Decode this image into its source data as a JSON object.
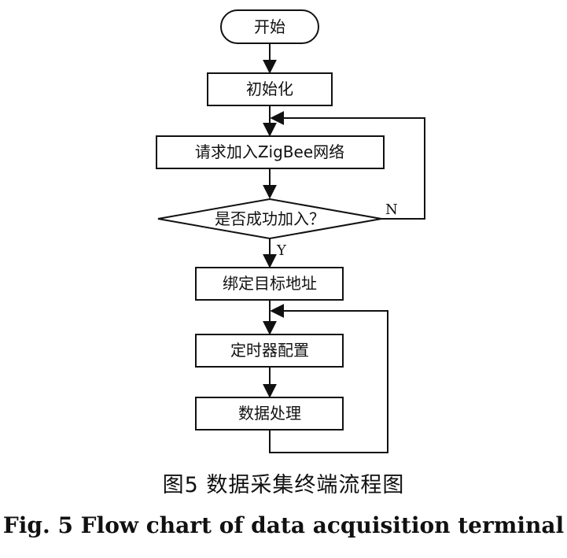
{
  "nodes": {
    "start": "开始",
    "init": "初始化",
    "join_request": "请求加入ZigBee网络",
    "join_decision": "是否成功加入？",
    "bind": "绑定目标地址",
    "timer": "定时器配置",
    "process": "数据处理"
  },
  "edge_labels": {
    "yes": "Y",
    "no": "N"
  },
  "caption": {
    "cn": "图5  数据采集终端流程图",
    "en": "Fig. 5  Flow chart of data acquisition terminal"
  }
}
